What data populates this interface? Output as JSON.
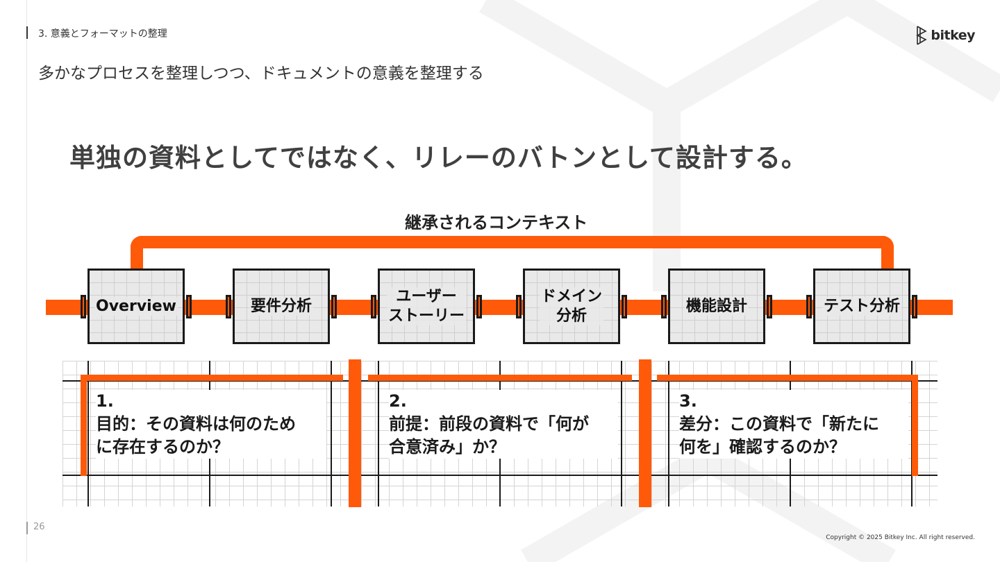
{
  "header": {
    "section_title": "3. 意義とフォーマットの整理",
    "slide_title": "多かなプロセスを整理しつつ、ドキュメントの意義を整理する",
    "logo_text": "bitkey",
    "logo_icon": "bitkey-logo-icon"
  },
  "diagram": {
    "headline": "単独の資料としてではなく、リレーのバトンとして設計する。",
    "context_label": "継承されるコンテキスト",
    "stages": [
      {
        "line1": "Overview",
        "line2": ""
      },
      {
        "line1": "要件分析",
        "line2": ""
      },
      {
        "line1": "ユーザー",
        "line2": "ストーリー"
      },
      {
        "line1": "ドメイン",
        "line2": "分析"
      },
      {
        "line1": "機能設計",
        "line2": ""
      },
      {
        "line1": "テスト分析",
        "line2": ""
      }
    ],
    "cards": [
      {
        "num": "1.",
        "line1": "目的：その資料は何のため",
        "line2": "に存在するのか？"
      },
      {
        "num": "2.",
        "line1": "前提：前段の資料で「何が",
        "line2": "合意済み」か？"
      },
      {
        "num": "3.",
        "line1": "差分：この資料で「新たに",
        "line2": "何を」確認するのか？"
      }
    ],
    "accent_color": "#ff5a0a"
  },
  "footer": {
    "page_number": "26",
    "copyright": "Copyright © 2025 Bitkey Inc. All right reserved."
  }
}
